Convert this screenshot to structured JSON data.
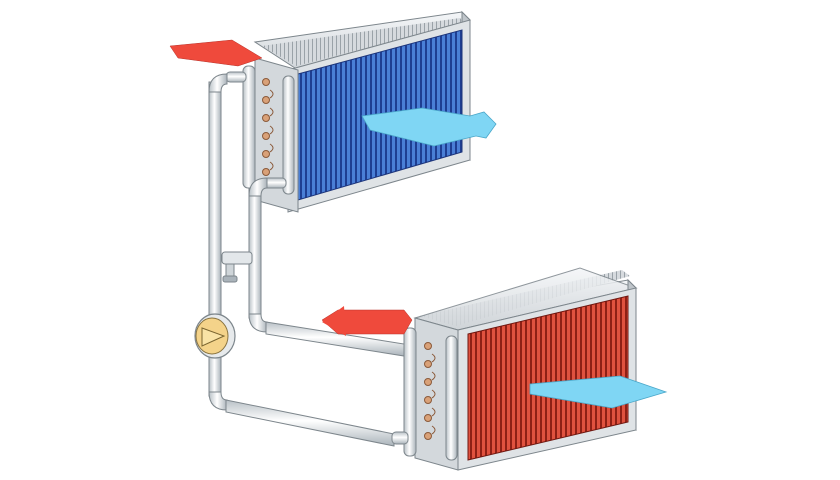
{
  "diagram": {
    "kind": "run-around coil heat recovery loop",
    "coils": [
      {
        "role": "upper coil",
        "fin_color": "#3d6fc8",
        "fin_dark": "#1f3f8f"
      },
      {
        "role": "lower coil",
        "fin_color": "#d9463a",
        "fin_dark": "#8e1f18"
      }
    ],
    "arrows": [
      {
        "role": "warm air in (upper)",
        "color": "#ef4a3c"
      },
      {
        "role": "cool air out (upper)",
        "color": "#7fd6f4"
      },
      {
        "role": "warm air out (lower)",
        "color": "#ef4a3c"
      },
      {
        "role": "cool air in (lower)",
        "color": "#7fd6f4"
      }
    ],
    "pipe_color": "#e9eef1",
    "frame_color": "#c9ced3",
    "pump_color": "#f2cf7a"
  }
}
